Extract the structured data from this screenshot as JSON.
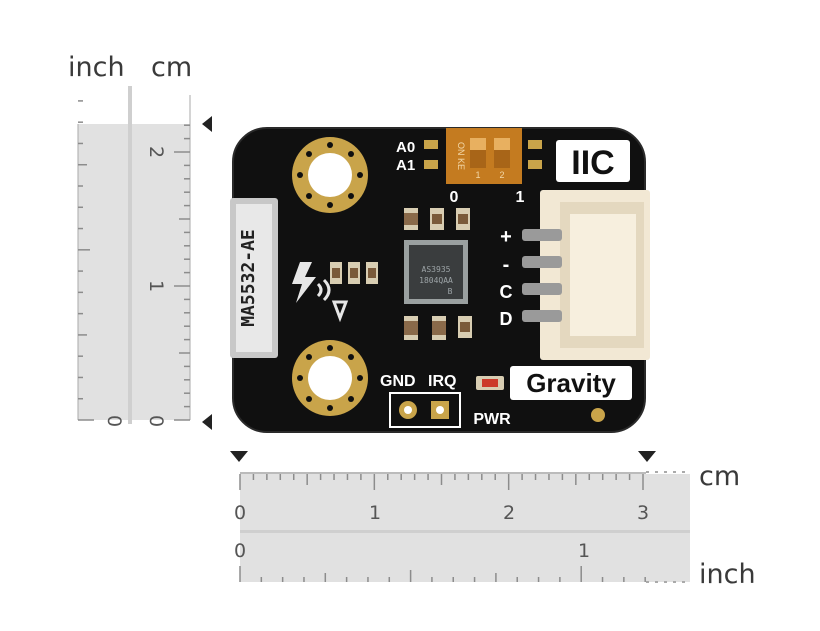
{
  "units": {
    "inch": "inch",
    "cm": "cm"
  },
  "vertical_ruler": {
    "cm_numbers": [
      "2",
      "1",
      "0"
    ],
    "inch_numbers": [
      "0"
    ]
  },
  "horizontal_ruler": {
    "cm_numbers": [
      "0",
      "1",
      "2",
      "3"
    ],
    "inch_numbers": [
      "0",
      "1"
    ]
  },
  "board": {
    "title_badge": "IIC",
    "brand_badge": "Gravity",
    "chip_label": "MA5532-AE",
    "switch_text": "ON KE",
    "switch_positions": [
      "1",
      "2"
    ],
    "addr_labels": [
      "A0",
      "A1"
    ],
    "addr_values": [
      "0",
      "1"
    ],
    "pin_labels": [
      "+",
      "-",
      "C",
      "D"
    ],
    "header_labels": [
      "GND",
      "IRQ"
    ],
    "power_label": "PWR",
    "ic_marking": [
      "AS3935",
      "1804QAA",
      "B"
    ]
  },
  "colors": {
    "pcb": "#111111",
    "gold": "#c9a44a",
    "connector": "#f2e8d4",
    "ruler_band": "#dcdcdc",
    "ruler_line": "#9a9a9a",
    "switch": "#c47b20"
  }
}
